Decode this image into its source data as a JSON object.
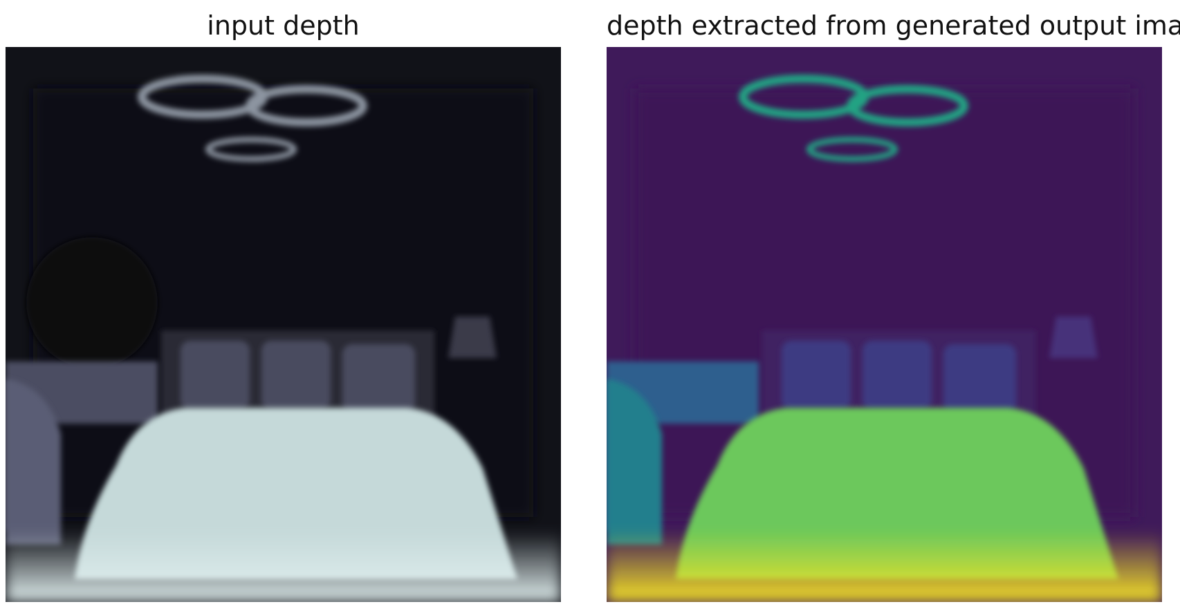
{
  "figure": {
    "panels": [
      {
        "title": "input depth",
        "colormap": "bone",
        "colors": {
          "background": "#111218",
          "wall": "#0f1016",
          "mirror": "#07070a",
          "ceiling_light": "#8c94a0",
          "headboard": "#2a2a35",
          "pillow": "#494b5e",
          "lamp": "#3a3b4a",
          "side_furniture": "#4c4e62",
          "chair": "#5a5d75",
          "bed": "#c5d9d9",
          "floor_near": "#e2f0f0"
        }
      },
      {
        "title": "depth extracted from generated output image",
        "colormap": "viridis",
        "colors": {
          "background": "#3f1a5a",
          "wall": "#3d1757",
          "ceiling_light": "#21a383",
          "headboard": "#402262",
          "pillow": "#3e3b82",
          "lamp": "#46307a",
          "side_furniture": "#2d5f8e",
          "chair": "#237f8d",
          "bed": "#6cc85c",
          "floor_near": "#f7e524"
        }
      }
    ]
  }
}
